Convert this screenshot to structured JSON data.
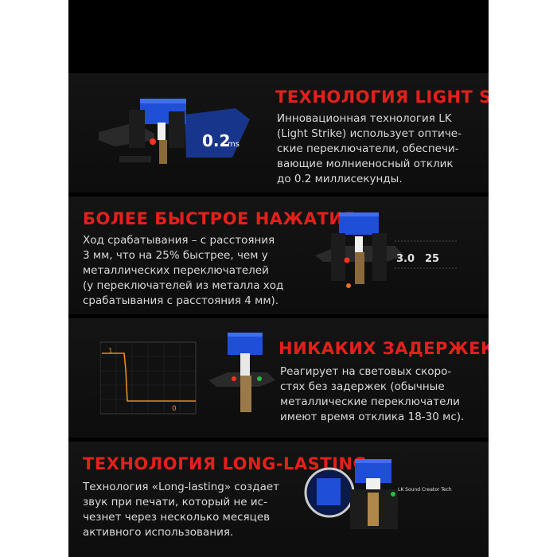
{
  "sections": [
    {
      "title": "ТЕХНОЛОГИЯ LIGHT STRIKE",
      "text": "Инновационная технология LK\n(Light Strike) использует оптиче-\nские переключатели, обеспечи-\nвающие молниеносный отклик\nдо 0.2 миллисекунды.",
      "badge_value": "0.2",
      "badge_unit": "ms"
    },
    {
      "title": "БОЛЕЕ БЫСТРОЕ НАЖАТИЕ",
      "text": "Ход срабатывания – с расстояния\n3 мм, что на 25% быстрее, чем у\nметаллических переключателей\n(у переключателей из металла ход\nсрабатывания с расстояния 4 мм).",
      "label_a": "3.0",
      "label_b": "25"
    },
    {
      "title": "НИКАКИХ ЗАДЕРЖЕК",
      "text": "Реагирует на световых скоро-\nстях без задержек (обычные\nметаллические переключатели\nимеют время отклика 18-30 мс).",
      "scope_high": "1",
      "scope_low": "0"
    },
    {
      "title": "ТЕХНОЛОГИЯ LONG-LASTING",
      "text": "Технология «Long-lasting» создает\nзвук при печати, который не ис-\nчезнет через несколько месяцев\nактивного использования.",
      "caption": "LK Sound Creator Tech"
    }
  ],
  "colors": {
    "accent": "#e3201b",
    "switch_blue": "#1f4fd6",
    "text": "#d9d9d9"
  }
}
